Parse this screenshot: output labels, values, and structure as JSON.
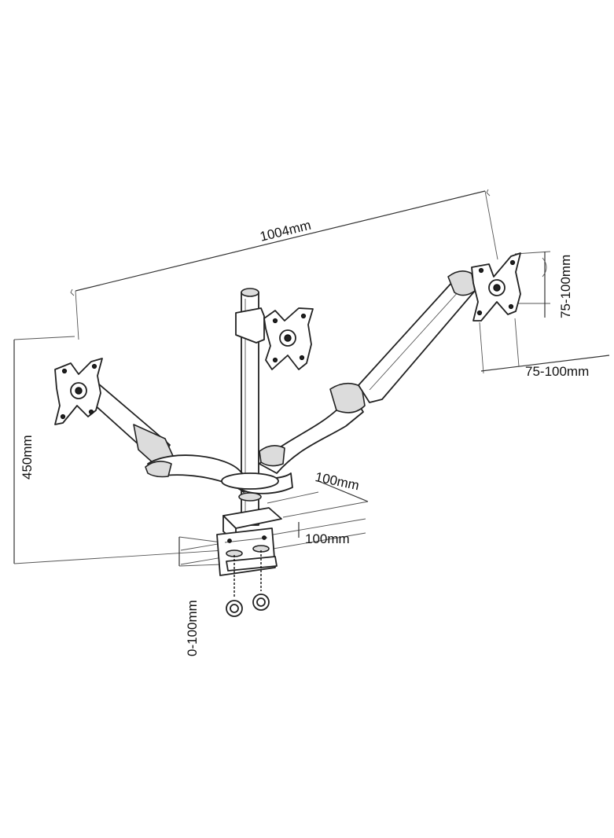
{
  "dimensions": {
    "total_width": "1004mm",
    "pole_height": "450mm",
    "vesa_vertical": "75-100mm",
    "vesa_horizontal": "75-100mm",
    "base_depth": "100mm",
    "base_width": "100mm",
    "clamp_range": "0-100mm"
  },
  "colors": {
    "line": "#222222",
    "background": "#ffffff",
    "shade": "#dcdcdc"
  }
}
